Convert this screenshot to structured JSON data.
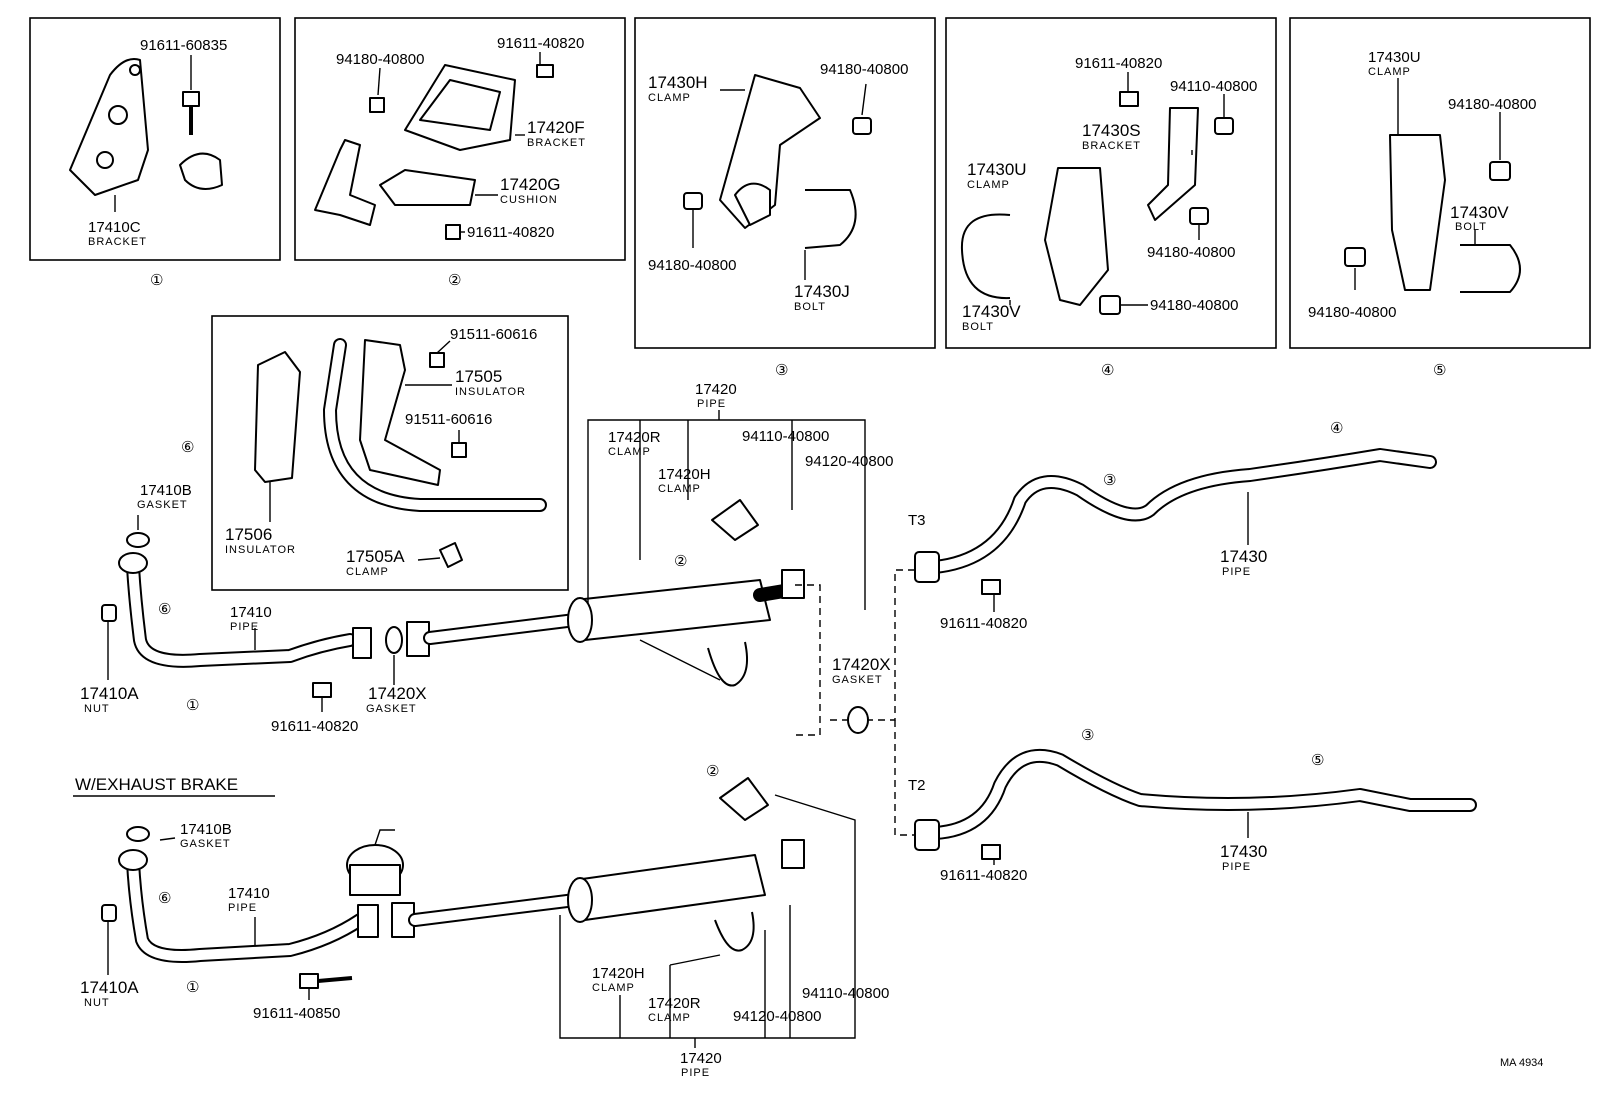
{
  "labels": {
    "b1_bolt": "91611-60835",
    "b1_bracket": "17410C",
    "b1_bracket_sub": "BRACKET",
    "b1_num": "①",
    "b2_nut": "94180-40800",
    "b2_bolt_top": "91611-40820",
    "b2_bracket": "17420F",
    "b2_bracket_sub": "BRACKET",
    "b2_cushion": "17420G",
    "b2_cushion_sub": "CUSHION",
    "b2_bolt_bottom": "91611-40820",
    "b2_num": "②",
    "b3_clamp": "17430H",
    "b3_clamp_sub": "CLAMP",
    "b3_nut_top": "94180-40800",
    "b3_nut_bottom": "94180-40800",
    "b3_bolt": "17430J",
    "b3_bolt_sub": "BOLT",
    "b3_num": "③",
    "b4_bolt": "91611-40820",
    "b4_washer": "94110-40800",
    "b4_bracket": "17430S",
    "b4_bracket_sub": "BRACKET",
    "b4_clamp": "17430U",
    "b4_clamp_sub": "CLAMP",
    "b4_nut_mid": "94180-40800",
    "b4_ubolt": "17430V",
    "b4_ubolt_sub": "BOLT",
    "b4_nut_bottom": "94180-40800",
    "b4_num": "④",
    "b5_clamp": "17430U",
    "b5_clamp_sub": "CLAMP",
    "b5_nut_top": "94180-40800",
    "b5_ubolt": "17430V",
    "b5_ubolt_sub": "BOLT",
    "b5_nut_bottom": "94180-40800",
    "b5_num": "⑤",
    "b6_screw_top": "91511-60616",
    "b6_insulator": "17505",
    "b6_insulator_sub": "INSULATOR",
    "b6_screw_mid": "91511-60616",
    "b6_insulator2": "17506",
    "b6_insulator2_sub": "INSULATOR",
    "b6_clamp": "17505A",
    "b6_clamp_sub": "CLAMP",
    "b6_num": "⑥",
    "m_gasket_b": "17410B",
    "m_gasket_b_sub": "GASKET",
    "m_num6": "⑥",
    "m_pipe": "17410",
    "m_pipe_sub": "PIPE",
    "m_nut": "17410A",
    "m_nut_sub": "NUT",
    "m_num1": "①",
    "m_bolt": "91611-40820",
    "m_gasket_x": "17420X",
    "m_gasket_x_sub": "GASKET",
    "m_muffler_pipe": "17420",
    "m_muffler_pipe_sub": "PIPE",
    "m_clamp_r": "17420R",
    "m_clamp_r_sub": "CLAMP",
    "m_washer": "94110-40800",
    "m_nut2": "94120-40800",
    "m_clamp_h": "17420H",
    "m_clamp_h_sub": "CLAMP",
    "m_num2": "②",
    "c_gasket_x": "17420X",
    "c_gasket_x_sub": "GASKET",
    "t3": "T3",
    "t3_num3": "③",
    "t3_num4": "④",
    "t3_pipe": "17430",
    "t3_pipe_sub": "PIPE",
    "t3_bolt": "91611-40820",
    "t2": "T2",
    "t2_num3": "③",
    "t2_num5": "⑤",
    "t2_pipe": "17430",
    "t2_pipe_sub": "PIPE",
    "t2_bolt": "91611-40820",
    "eb_title": "W/EXHAUST BRAKE",
    "eb_gasket_b": "17410B",
    "eb_gasket_b_sub": "GASKET",
    "eb_num6": "⑥",
    "eb_pipe": "17410",
    "eb_pipe_sub": "PIPE",
    "eb_nut": "17410A",
    "eb_nut_sub": "NUT",
    "eb_num1": "①",
    "eb_bolt": "91611-40850",
    "eb_num2": "②",
    "eb_clamp_h": "17420H",
    "eb_clamp_h_sub": "CLAMP",
    "eb_clamp_r": "17420R",
    "eb_clamp_r_sub": "CLAMP",
    "eb_washer": "94110-40800",
    "eb_nut2": "94120-40800",
    "eb_pipe2": "17420",
    "eb_pipe2_sub": "PIPE",
    "code": "MA 4934"
  }
}
